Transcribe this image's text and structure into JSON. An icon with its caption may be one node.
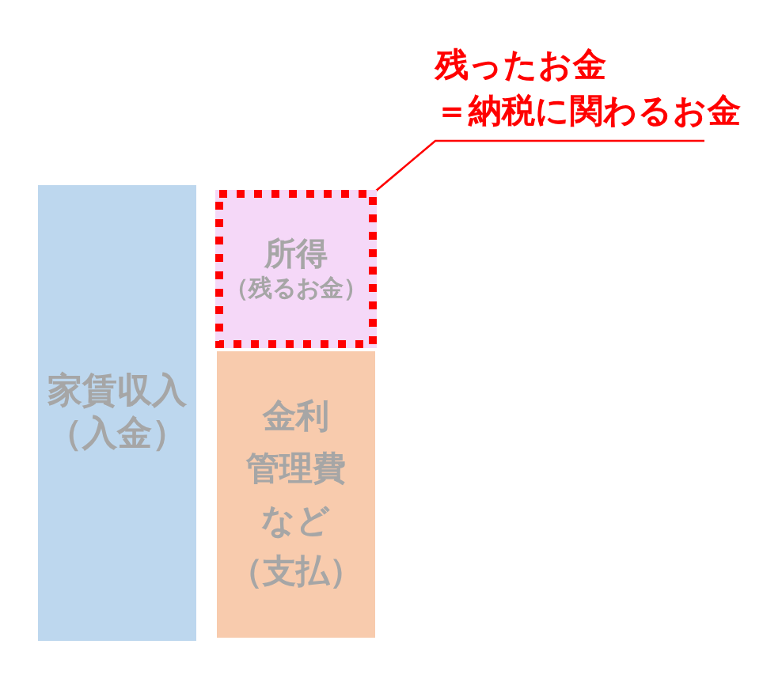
{
  "diagram": {
    "nodes": [
      {
        "text": [
          "家賃収入（入金）"
        ]
      },
      {
        "text": [
          "所得",
          "（残るお金）"
        ]
      },
      {
        "text": [
          "金利管理費など（支払）"
        ]
      },
      {
        "text": [
          "残ったお金＝納税に関わるお金"
        ]
      }
    ],
    "edges": [
      {
        "from": 3,
        "to": 1,
        "arrow": "none"
      }
    ]
  }
}
